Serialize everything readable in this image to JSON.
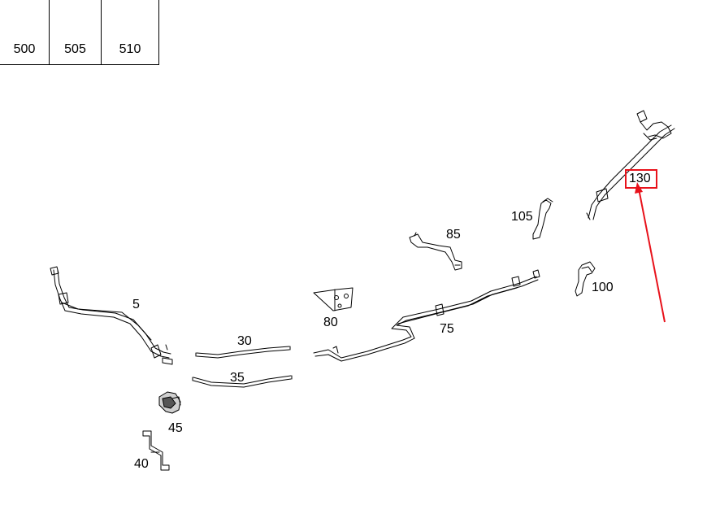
{
  "legend": [
    {
      "number": "500",
      "icon": "nut-icon"
    },
    {
      "number": "505",
      "icon": "hose-clamp-icon"
    },
    {
      "number": "510",
      "icon": "band-clamp-icon"
    }
  ],
  "parts": {
    "p5": "5",
    "p30": "30",
    "p35": "35",
    "p40": "40",
    "p45": "45",
    "p75": "75",
    "p80": "80",
    "p85": "85",
    "p100": "100",
    "p105": "105",
    "p130": "130"
  },
  "highlight": {
    "label": "130",
    "color": "#e8121b"
  }
}
